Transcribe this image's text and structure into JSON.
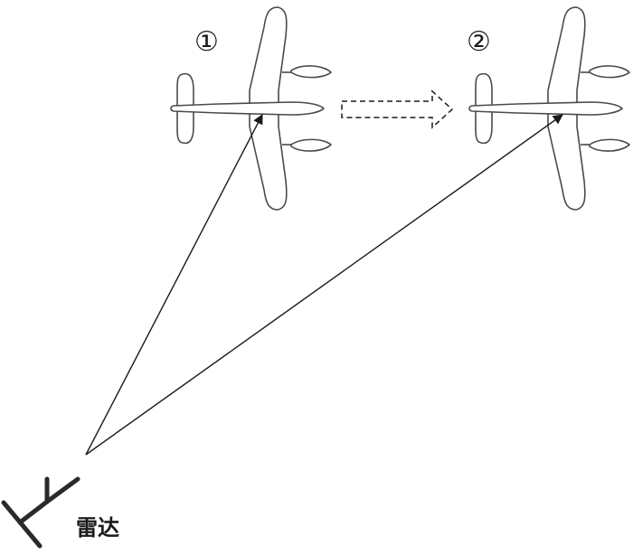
{
  "positions": {
    "first_label": "①",
    "second_label": "②"
  },
  "radar": {
    "label": "雷达"
  },
  "colors": {
    "stroke": "#4a4a4a",
    "ink": "#1a1a1a"
  }
}
